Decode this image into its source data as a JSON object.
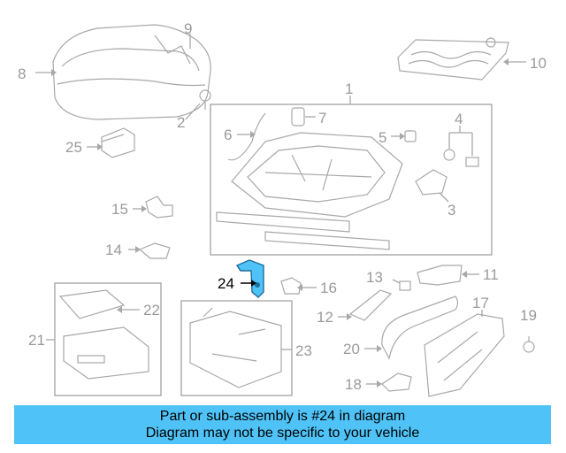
{
  "labels": {
    "p1": "1",
    "p2": "2",
    "p3": "3",
    "p4": "4",
    "p5": "5",
    "p6": "6",
    "p7": "7",
    "p8": "8",
    "p9": "9",
    "p10": "10",
    "p11": "11",
    "p12": "12",
    "p13": "13",
    "p14": "14",
    "p15": "15",
    "p16": "16",
    "p17": "17",
    "p18": "18",
    "p19": "19",
    "p20": "20",
    "p21": "21",
    "p22": "22",
    "p23": "23",
    "p24": "24",
    "p25": "25"
  },
  "highlight": {
    "part": "24",
    "color": "#4fc3f7"
  },
  "banner": {
    "line1": "Part or sub-assembly is #24 in diagram",
    "line2": "Diagram may not be specific to your vehicle",
    "background": "#4fc3f7"
  }
}
